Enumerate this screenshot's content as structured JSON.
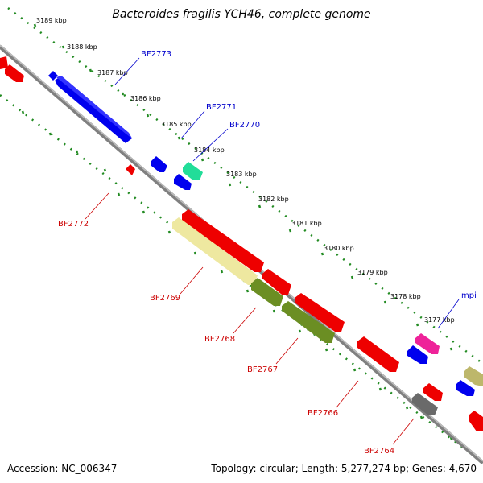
{
  "title": "Bacteroides fragilis YCH46, complete genome",
  "footer": {
    "accession": "Accession: NC_006347",
    "summary": "Topology: circular; Length: 5,277,274 bp; Genes: 4,670"
  },
  "kbp_ticks": [
    "3189 kbp",
    "3188 kbp",
    "3187 kbp",
    "3186 kbp",
    "3185 kbp",
    "3184 kbp",
    "3183 kbp",
    "3182 kbp",
    "3181 kbp",
    "3180 kbp",
    "3179 kbp",
    "3178 kbp",
    "3177 kbp"
  ],
  "gene_labels": [
    "BF2773",
    "BF2771",
    "BF2770",
    "BF2772",
    "BF2769",
    "BF2768",
    "BF2767",
    "BF2766",
    "BF2764",
    "mpi"
  ],
  "colors": {
    "backbone": "#808080",
    "ruler_dots": "#228b22",
    "blue_gene": "#0000ee",
    "red_gene": "#ee0000",
    "pale_yellow_gene": "#eee8a0",
    "olive_gene": "#6b8e23",
    "green_gene": "#22dd99",
    "magenta_gene": "#ee2299",
    "khaki_gene": "#bdb76b",
    "gray_gene": "#6a6a6a",
    "blue_label": "#0000cc",
    "red_label": "#cc0000"
  }
}
